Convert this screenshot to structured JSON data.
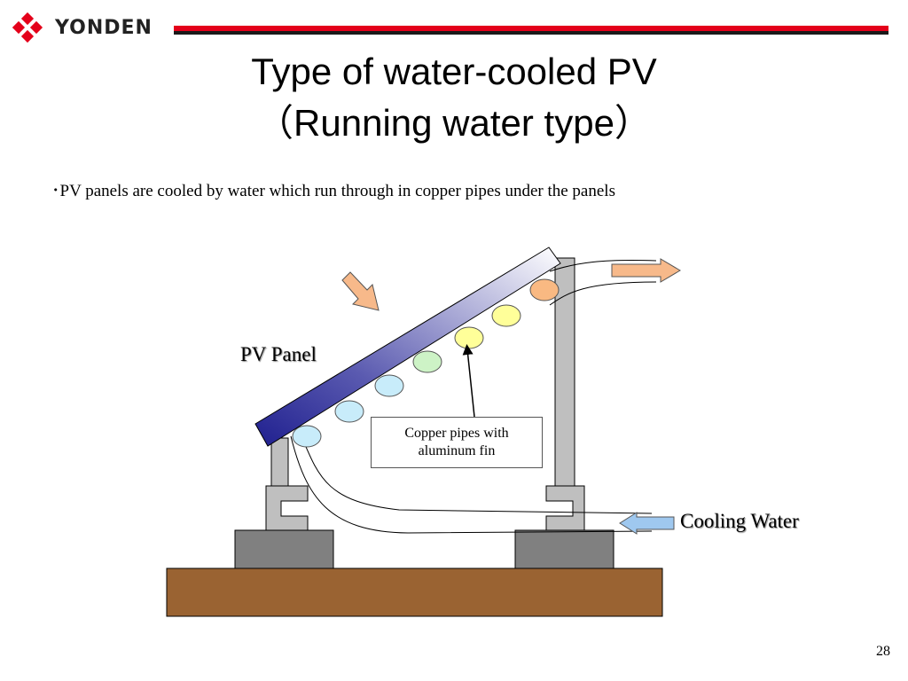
{
  "header": {
    "logo_text": "YONDEN",
    "brand_color": "#e4001a"
  },
  "title": {
    "line1": "Type of water-cooled PV",
    "line2": "（Running water type）"
  },
  "bullet": {
    "text": "･PV panels are cooled by water which run through in copper pipes under the panels"
  },
  "diagram": {
    "pv_panel_label": "PV Panel",
    "pipe_label_line1": "Copper pipes with",
    "pipe_label_line2": "aluminum fin",
    "cooling_label": "Cooling Water",
    "colors": {
      "panel_dark": "#1f1f8f",
      "panel_light": "#ffffff",
      "ground": "#9a6332",
      "base": "#808080",
      "support": "#bfbfbf",
      "sun_arrow": "#f7b98a",
      "out_arrow": "#f7b98a",
      "in_arrow": "#9fc8ef"
    },
    "pipe_colors": [
      "#c8ecfa",
      "#c8ecfa",
      "#c8ecfa",
      "#cdf3c6",
      "#ffff99",
      "#ffff99",
      "#f9b982"
    ]
  },
  "page": {
    "number": "28"
  }
}
